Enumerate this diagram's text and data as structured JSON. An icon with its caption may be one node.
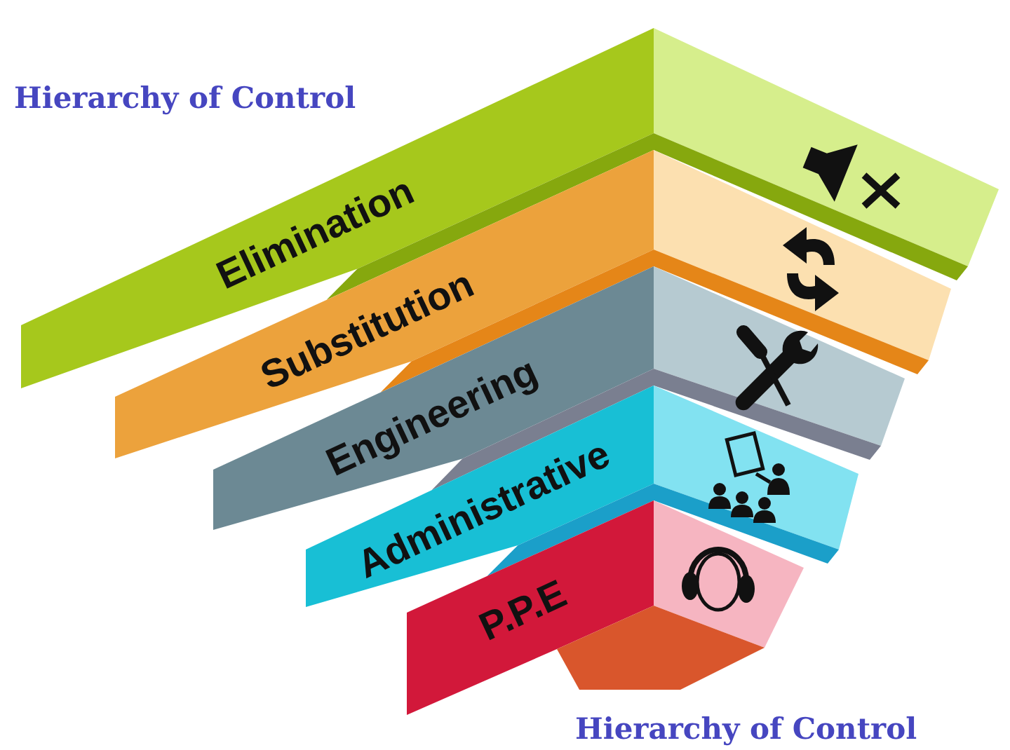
{
  "diagram": {
    "title": "Hierarchy of Control",
    "nodes": [
      {
        "text": [
          "Elimination"
        ]
      },
      {
        "text": [
          "Substitution"
        ]
      },
      {
        "text": [
          "Engineering"
        ]
      },
      {
        "text": [
          "Administrative"
        ]
      },
      {
        "text": [
          "P.P.E"
        ]
      }
    ],
    "labels": [
      "Hierarchy of Control"
    ]
  }
}
